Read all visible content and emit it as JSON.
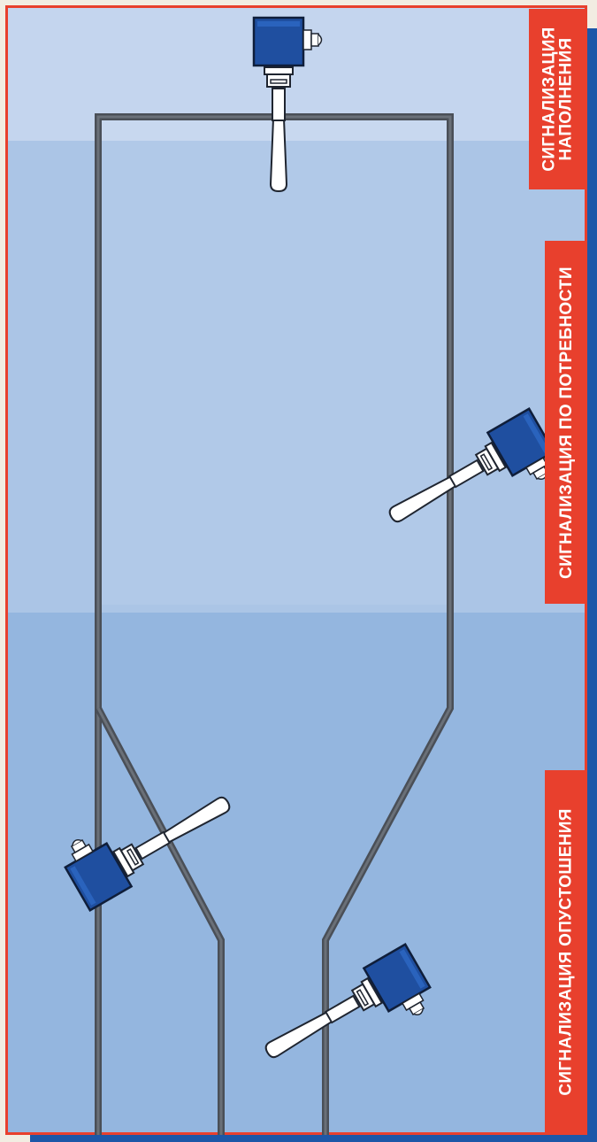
{
  "labels": {
    "fill_alarm_line1": "СИГНАЛИЗАЦИЯ",
    "fill_alarm_line2": "НАПОЛНЕНИЯ",
    "demand_alarm": "СИГНАЛИЗАЦИЯ ПО ПОТРЕБНОСТИ",
    "empty_alarm": "СИГНАЛИЗАЦИЯ ОПУСТОШЕНИЯ"
  },
  "colors": {
    "label_background": "#e8402d",
    "label_text": "#ffffff",
    "sensor_housing": "#1f4fa0",
    "silo_wall": "#4a4f57",
    "zone_top": "#c4d5ee",
    "zone_middle": "#abc5e6",
    "zone_bottom": "#94b6df",
    "frame_border": "#e8402d",
    "frame_shadow": "#1c57a8"
  },
  "icons": {
    "sensor": "rotary-paddle-level-sensor-icon",
    "silo": "silo-hopper-outline"
  }
}
